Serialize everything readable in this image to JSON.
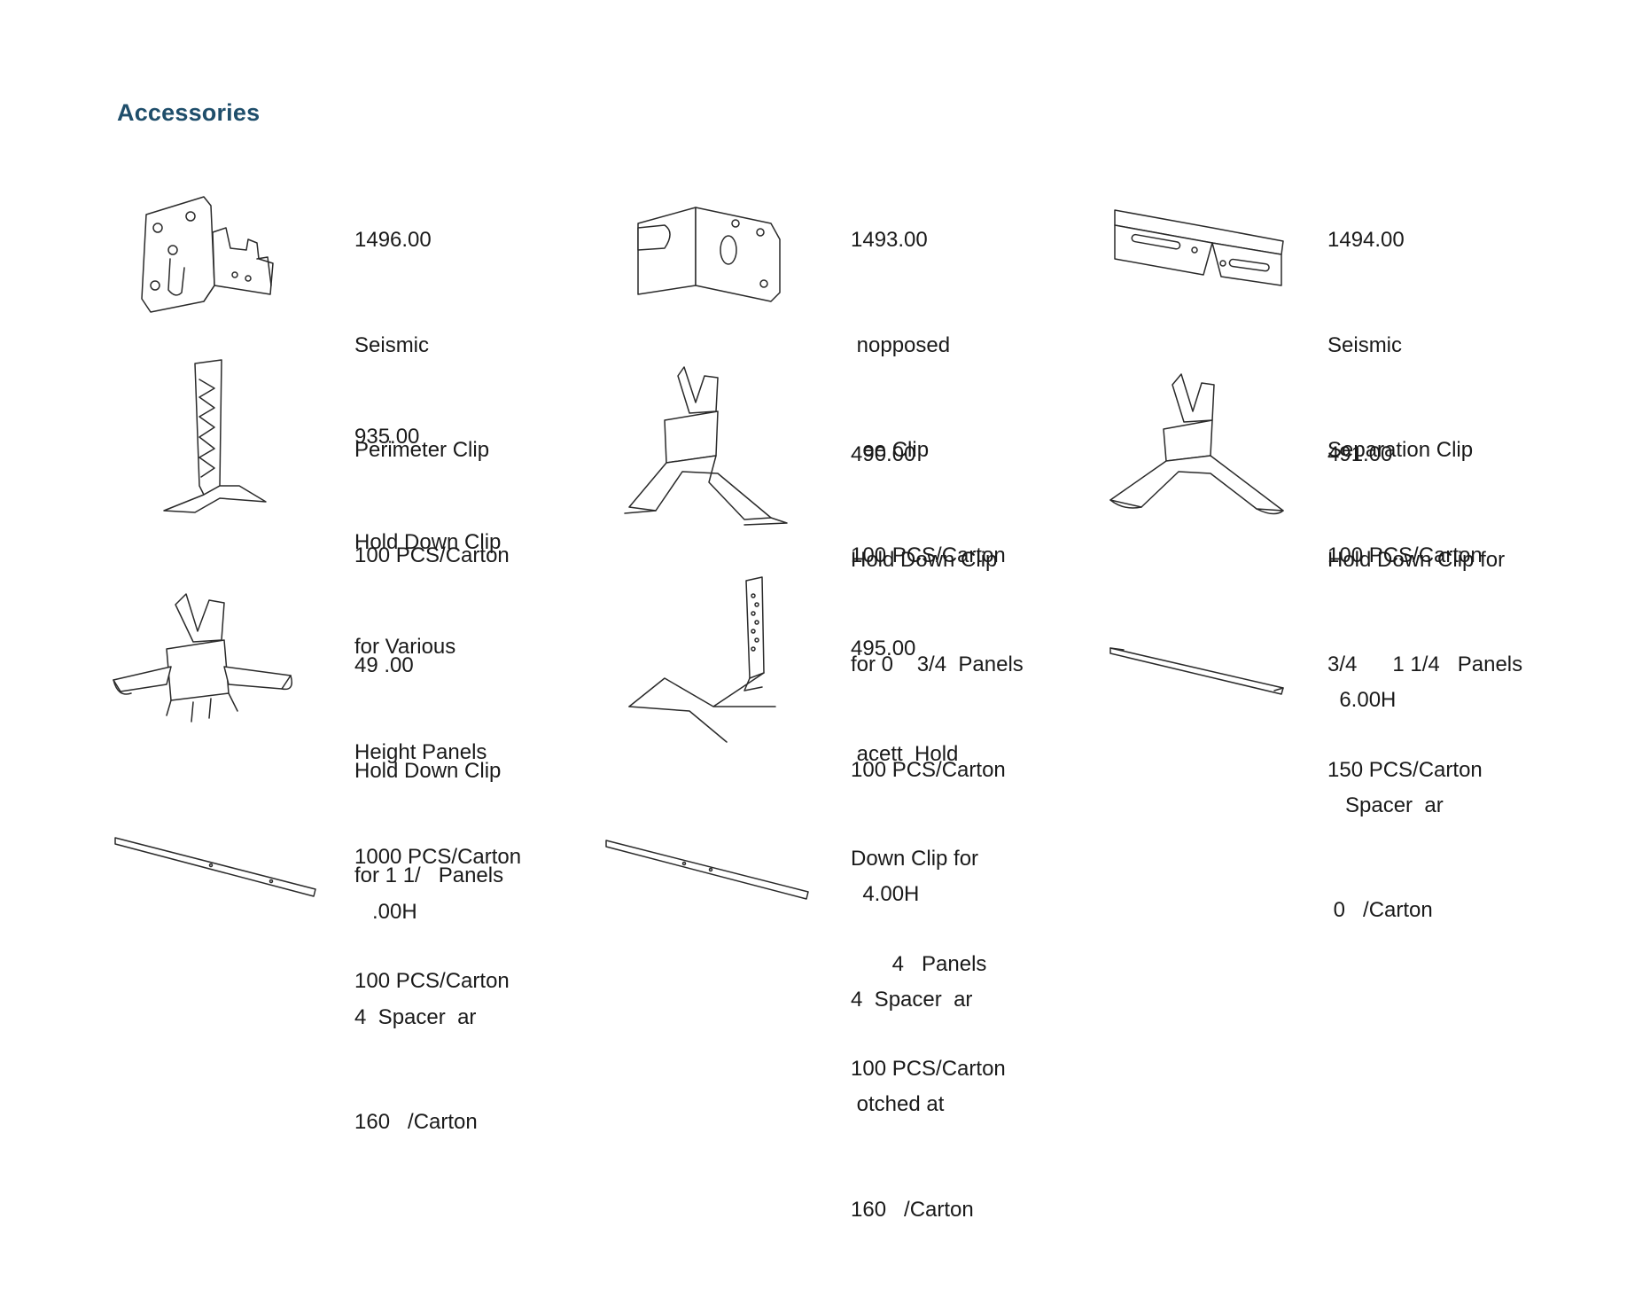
{
  "page": {
    "title": "Accessories"
  },
  "products": [
    {
      "icon": "seismic-perimeter-clip-icon",
      "lines": [
        "1496.00",
        "Seismic",
        "Perimeter Clip",
        "100 PCS/Carton"
      ]
    },
    {
      "icon": "unopposed-tee-clip-icon",
      "lines": [
        "1493.00",
        " nopposed",
        "  ee Clip",
        "100 PCS/Carton"
      ]
    },
    {
      "icon": "seismic-separation-clip-icon",
      "lines": [
        "1494.00",
        "Seismic",
        "Separation Clip",
        "100 PCS/Carton"
      ]
    },
    {
      "icon": "hold-down-clip-various-icon",
      "lines": [
        "935.00",
        "Hold Down Clip",
        "for Various",
        "Height Panels",
        "1000 PCS/Carton"
      ]
    },
    {
      "icon": "hold-down-clip-490-icon",
      "lines": [
        "490.00",
        "Hold Down Clip",
        "for 0    3/4  Panels",
        "100 PCS/Carton"
      ]
    },
    {
      "icon": "hold-down-clip-491-icon",
      "lines": [
        "491.00",
        "Hold Down Clip for",
        "3/4      1 1/4   Panels",
        "150 PCS/Carton"
      ]
    },
    {
      "icon": "hold-down-clip-49-icon",
      "lines": [
        "49 .00",
        "Hold Down Clip",
        "for 1 1/   Panels",
        "100 PCS/Carton"
      ]
    },
    {
      "icon": "facett-hold-down-clip-icon",
      "lines": [
        "495.00",
        " acett  Hold",
        "Down Clip for",
        "       4   Panels",
        "100 PCS/Carton"
      ]
    },
    {
      "icon": "spacer-bar-short-icon",
      "lines": [
        "  6.00H",
        "   Spacer  ar",
        " 0   /Carton"
      ]
    },
    {
      "icon": "spacer-bar-long-icon",
      "lines": [
        "   .00H",
        "4  Spacer  ar",
        "160   /Carton"
      ]
    },
    {
      "icon": "spacer-bar-notched-icon",
      "lines": [
        "  4.00H",
        "4  Spacer  ar",
        " otched at",
        "160   /Carton"
      ]
    }
  ]
}
